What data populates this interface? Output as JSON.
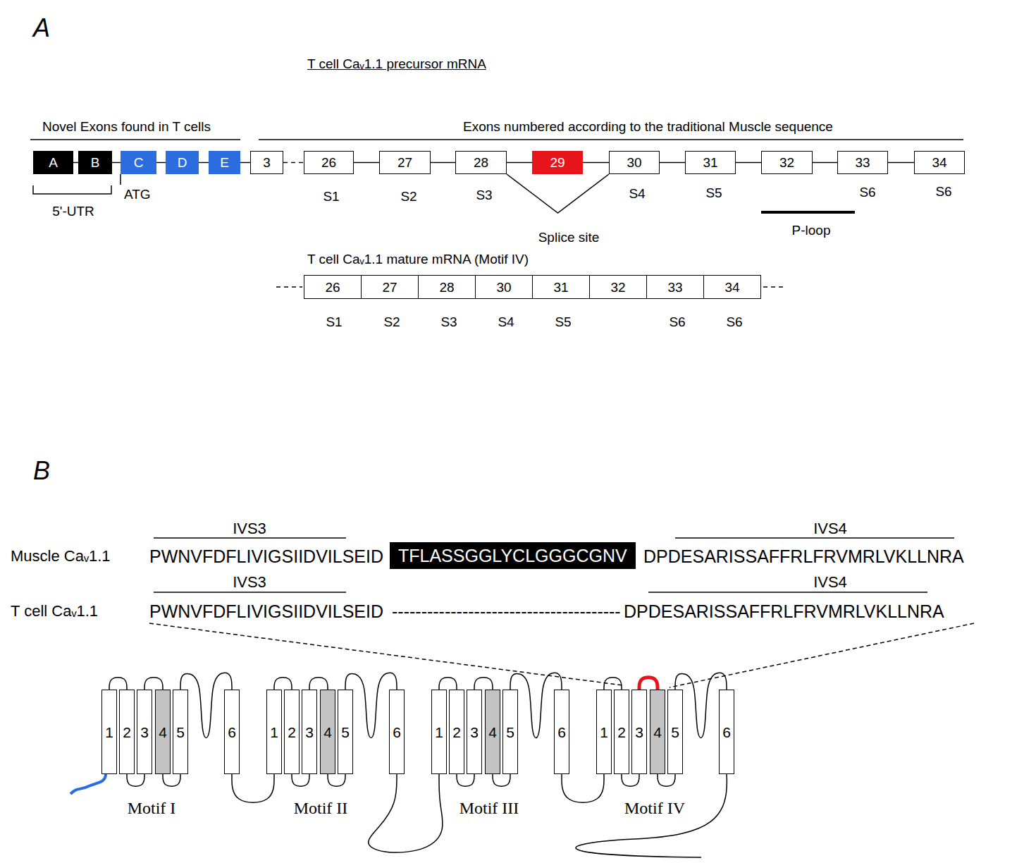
{
  "diagram": {
    "nodes": [
      {
        "text": [
          "A"
        ]
      },
      {
        "text": [
          "B"
        ]
      },
      {
        "text": [
          "C"
        ]
      },
      {
        "text": [
          "D"
        ]
      },
      {
        "text": [
          "E"
        ]
      },
      {
        "text": [
          "3"
        ]
      },
      {
        "text": [
          "26"
        ]
      },
      {
        "text": [
          "27"
        ]
      },
      {
        "text": [
          "28"
        ]
      },
      {
        "text": [
          "29"
        ]
      },
      {
        "text": [
          "30"
        ]
      },
      {
        "text": [
          "31"
        ]
      },
      {
        "text": [
          "32"
        ]
      },
      {
        "text": [
          "33"
        ]
      },
      {
        "text": [
          "34"
        ]
      },
      {
        "text": [
          "26"
        ]
      },
      {
        "text": [
          "27"
        ]
      },
      {
        "text": [
          "28"
        ]
      },
      {
        "text": [
          "30"
        ]
      },
      {
        "text": [
          "31"
        ]
      },
      {
        "text": [
          "32"
        ]
      },
      {
        "text": [
          "33"
        ]
      },
      {
        "text": [
          "34"
        ]
      },
      {
        "text": [
          "TFLASSGGLYCLGGGCGNV"
        ]
      },
      {
        "text": [
          "1"
        ]
      },
      {
        "text": [
          "2"
        ]
      },
      {
        "text": [
          "3"
        ]
      },
      {
        "text": [
          "4"
        ]
      },
      {
        "text": [
          "5"
        ]
      },
      {
        "text": [
          "6"
        ]
      },
      {
        "text": [
          "1"
        ]
      },
      {
        "text": [
          "2"
        ]
      },
      {
        "text": [
          "3"
        ]
      },
      {
        "text": [
          "4"
        ]
      },
      {
        "text": [
          "5"
        ]
      },
      {
        "text": [
          "6"
        ]
      },
      {
        "text": [
          "1"
        ]
      },
      {
        "text": [
          "2"
        ]
      },
      {
        "text": [
          "3"
        ]
      },
      {
        "text": [
          "4"
        ]
      },
      {
        "text": [
          "5"
        ]
      },
      {
        "text": [
          "6"
        ]
      },
      {
        "text": [
          "1"
        ]
      },
      {
        "text": [
          "2"
        ]
      },
      {
        "text": [
          "3"
        ]
      },
      {
        "text": [
          "4"
        ]
      },
      {
        "text": [
          "5"
        ]
      },
      {
        "text": [
          "6"
        ]
      }
    ],
    "edges": [
      {
        "from": 0,
        "to": 1,
        "arrow": "none"
      },
      {
        "from": 1,
        "to": 2,
        "arrow": "none"
      },
      {
        "from": 2,
        "to": 3,
        "arrow": "none"
      },
      {
        "from": 3,
        "to": 4,
        "arrow": "none"
      },
      {
        "from": 4,
        "to": 5,
        "arrow": "none"
      },
      {
        "from": 5,
        "to": 6,
        "arrow": "none"
      },
      {
        "from": 6,
        "to": 7,
        "arrow": "none"
      },
      {
        "from": 7,
        "to": 8,
        "arrow": "none"
      },
      {
        "from": 8,
        "to": 9,
        "arrow": "none"
      },
      {
        "from": 9,
        "to": 10,
        "arrow": "none"
      },
      {
        "from": 10,
        "to": 11,
        "arrow": "none"
      },
      {
        "from": 11,
        "to": 12,
        "arrow": "none"
      },
      {
        "from": 12,
        "to": 13,
        "arrow": "none"
      },
      {
        "from": 13,
        "to": 14,
        "arrow": "none"
      },
      {
        "from": 8,
        "to": 10,
        "arrow": "none"
      },
      {
        "from": 24,
        "to": 25,
        "arrow": "none"
      },
      {
        "from": 25,
        "to": 26,
        "arrow": "none"
      },
      {
        "from": 26,
        "to": 27,
        "arrow": "none"
      },
      {
        "from": 27,
        "to": 28,
        "arrow": "none"
      },
      {
        "from": 28,
        "to": 29,
        "arrow": "none"
      },
      {
        "from": 29,
        "to": 30,
        "arrow": "none"
      },
      {
        "from": 30,
        "to": 31,
        "arrow": "none"
      },
      {
        "from": 31,
        "to": 32,
        "arrow": "none"
      },
      {
        "from": 32,
        "to": 33,
        "arrow": "none"
      },
      {
        "from": 33,
        "to": 34,
        "arrow": "none"
      },
      {
        "from": 34,
        "to": 35,
        "arrow": "none"
      },
      {
        "from": 35,
        "to": 36,
        "arrow": "none"
      },
      {
        "from": 36,
        "to": 37,
        "arrow": "none"
      },
      {
        "from": 37,
        "to": 38,
        "arrow": "none"
      },
      {
        "from": 38,
        "to": 39,
        "arrow": "none"
      },
      {
        "from": 39,
        "to": 40,
        "arrow": "none"
      },
      {
        "from": 40,
        "to": 41,
        "arrow": "none"
      },
      {
        "from": 41,
        "to": 42,
        "arrow": "none"
      },
      {
        "from": 42,
        "to": 43,
        "arrow": "none"
      },
      {
        "from": 43,
        "to": 44,
        "arrow": "none"
      },
      {
        "from": 44,
        "to": 45,
        "arrow": "none"
      },
      {
        "from": 45,
        "to": 46,
        "arrow": "none"
      },
      {
        "from": 46,
        "to": 47,
        "arrow": "none"
      }
    ],
    "labels": [
      "A",
      "T cell Caᵥ1.1 precursor mRNA",
      "Novel Exons found in T cells",
      "Exons numbered according to the traditional Muscle sequence",
      "5'-UTR",
      "ATG",
      "S1",
      "S2",
      "S3",
      "S4",
      "S5",
      "S6",
      "S6",
      "Splice site",
      "P-loop",
      "T cell Caᵥ1.1 mature mRNA (Motif IV)",
      "S1",
      "S2",
      "S3",
      "S4",
      "S5",
      "S6",
      "S6",
      "B",
      "IVS3",
      "IVS4",
      "Muscle Caᵥ1.1",
      "PWNVFDFLIVIGSIIDVILSEID",
      "DPDESARISSAFFRLFRVMRLVKLLNRA",
      "IVS3",
      "IVS4",
      "T cell Caᵥ1.1",
      "PWNVFDFLIVIGSIIDVILSEID",
      "---------------------------------------",
      "DPDESARISSAFFRLFRVMRLVKLLNRA",
      "Motif I",
      "Motif II",
      "Motif III",
      "Motif IV"
    ]
  }
}
